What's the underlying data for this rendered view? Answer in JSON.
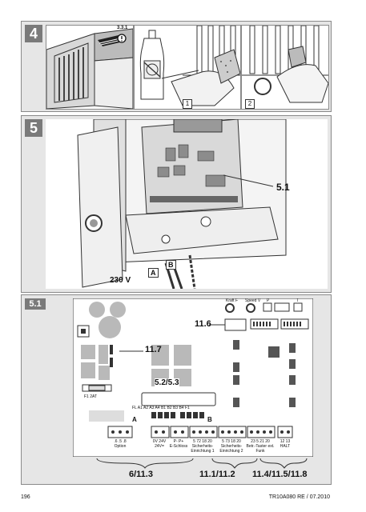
{
  "page": {
    "page_number": "196",
    "doc_ref": "TR10A080  RE / 07.2010"
  },
  "step4": {
    "number": "4",
    "ref": "3.3.1",
    "sub1": "1",
    "sub2": "2"
  },
  "step5": {
    "number": "5",
    "callout": "5.1",
    "voltage": "230 V",
    "term_a": "A",
    "term_b": "B"
  },
  "step51": {
    "number": "5.1",
    "label_kraft": "Kraft F",
    "label_speed": "Speed V",
    "label_p": "P",
    "label_t": "T",
    "callout_117": "11.7",
    "callout_116": "11.6",
    "callout_52": "5.2/5.3",
    "fuse": "F1 2AT",
    "fl_row": "FL A1 A2 A3 A4 B1 B2 B3 B4 F1",
    "letter_a": "A",
    "letter_b": "B",
    "t_option_nums": ".6 .5 .8",
    "t_option": "Option",
    "t_24v_nums": "0V 24V",
    "t_24v": "24V=",
    "t_schloss_nums": "P- P+",
    "t_schloss": "E-Schloss",
    "t_sich1_nums": "5 72 18 20",
    "t_sich1": "Sicherheits-Einrichtung 1",
    "t_sich2_nums": "5 73 18 20",
    "t_sich2": "Sicherheits-Einrichtung 2",
    "t_betr_nums": "23 5 21 20",
    "t_betr": "Betr.-Taster ext. Funk",
    "t_halt_nums": "12 13",
    "t_halt": "HALT",
    "bottom1": "6/11.3",
    "bottom2": "11.1/11.2",
    "bottom3": "11.4/11.5/11.8"
  }
}
